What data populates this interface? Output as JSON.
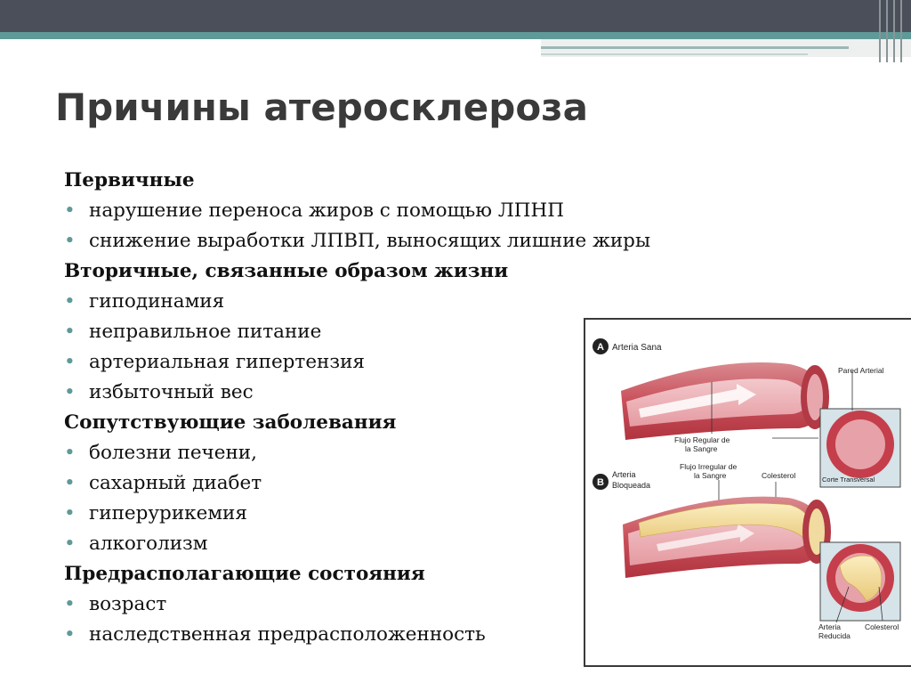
{
  "slide": {
    "title": "Причины атеросклероза",
    "sections": [
      {
        "heading": "Первичные",
        "items": [
          "нарушение переноса жиров с помощью ЛПНП",
          "снижение выработки ЛПВП, выносящих лишние жиры"
        ]
      },
      {
        "heading": "Вторичные, связанные образом жизни",
        "items": [
          "гиподинамия",
          "неправильное питание",
          "артериальная гипертензия",
          "избыточный вес"
        ]
      },
      {
        "heading": "Сопутствующие заболевания",
        "items": [
          "болезни печени,",
          "сахарный диабет",
          "гиперурикемия",
          "алкоголизм"
        ]
      },
      {
        "heading": "Предрасполагающие состояния",
        "items": [
          "возраст",
          "наследственная предрасположенность"
        ]
      }
    ],
    "bullet_symbol": "•",
    "accent_color": "#5f9a98"
  },
  "figure": {
    "panel_a": {
      "letter": "A",
      "label": "Arteria Sana"
    },
    "panel_b": {
      "letter": "B",
      "label_line1": "Arteria",
      "label_line2": "Bloqueada"
    },
    "pared_arterial": "Pared Arterial",
    "flujo_regular_line1": "Flujo Regular de",
    "flujo_regular_line2": "la Sangre",
    "corte_transversal": "Corte Transversal",
    "flujo_irregular_line1": "Flujo Irregular de",
    "flujo_irregular_line2": "la Sangre",
    "colesterol_top": "Colesterol",
    "arteria_reducida_line1": "Arteria",
    "arteria_reducida_line2": "Reducida",
    "colesterol_bottom": "Colesterol"
  }
}
